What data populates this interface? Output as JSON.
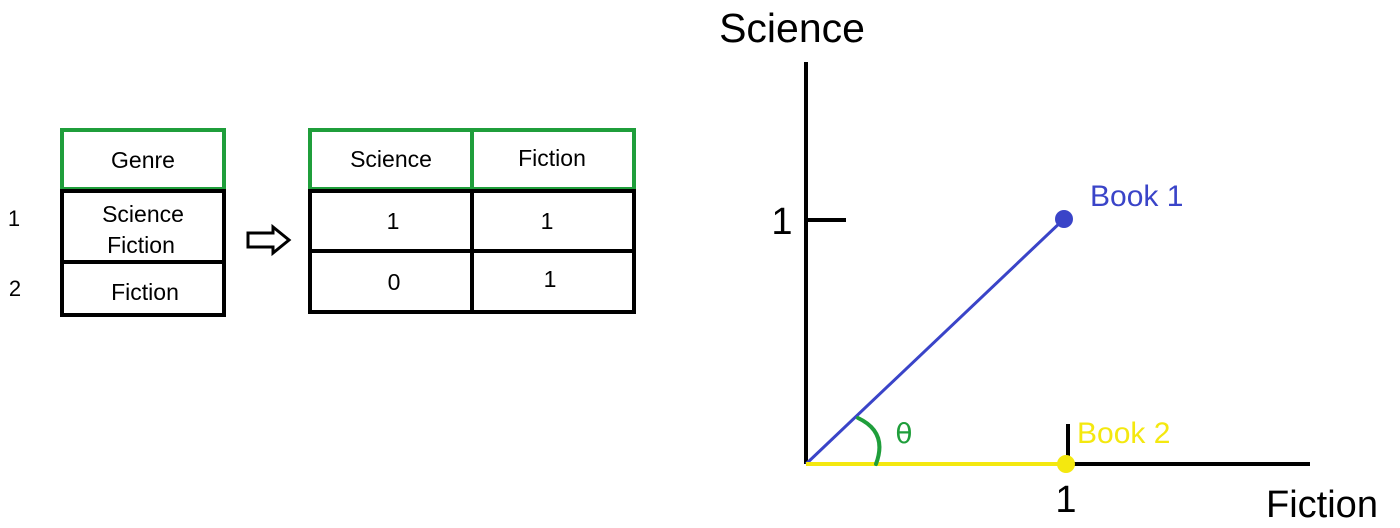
{
  "colors": {
    "line": "#000000",
    "header_border": "#1f9e3b",
    "book1": "#3a44c8",
    "book2": "#f4e80f",
    "angle": "#1f9e3b"
  },
  "source_table": {
    "header": "Genre",
    "row_numbers": [
      "1",
      "2"
    ],
    "rows": [
      {
        "line1": "Science",
        "line2": "Fiction"
      },
      {
        "line1": "Fiction",
        "line2": ""
      }
    ]
  },
  "arrow_icon": "outline-right-arrow",
  "encoded_table": {
    "headers": [
      "Science",
      "Fiction"
    ],
    "rows": [
      [
        "1",
        "1"
      ],
      [
        "0",
        "1"
      ]
    ]
  },
  "vector_plot": {
    "y_axis_label": "Science",
    "x_axis_label": "Fiction",
    "y_tick_label": "1",
    "x_tick_label": "1",
    "angle_label": "θ",
    "vectors": [
      {
        "name": "Book 1",
        "fiction": 1,
        "science": 1
      },
      {
        "name": "Book 2",
        "fiction": 1,
        "science": 0
      }
    ]
  }
}
